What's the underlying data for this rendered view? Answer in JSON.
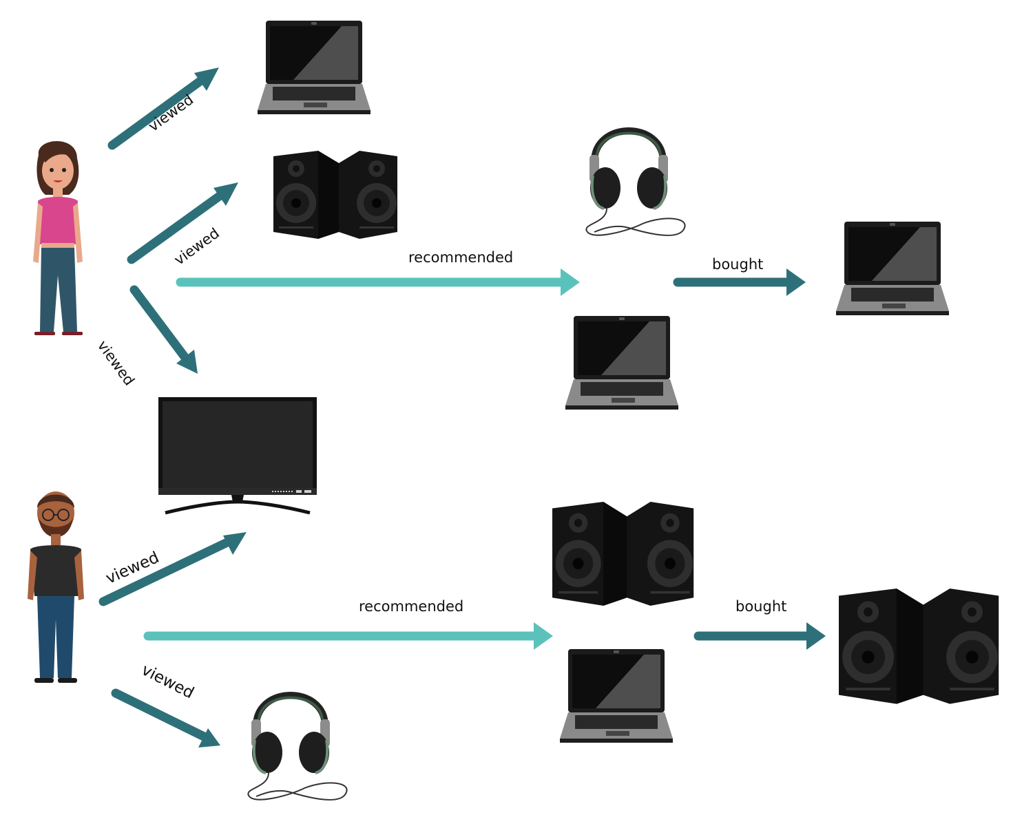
{
  "colors": {
    "dark_teal": "#2e7079",
    "light_teal": "#5bc2bb",
    "device_black": "#1a1a1a",
    "screen": "#2b2b2b"
  },
  "labels": {
    "viewed": "viewed",
    "recommended": "recommended",
    "bought": "bought"
  },
  "icons": [
    "woman-icon",
    "man-icon",
    "laptop-icon",
    "speakers-icon",
    "headphones-icon",
    "monitor-icon"
  ]
}
